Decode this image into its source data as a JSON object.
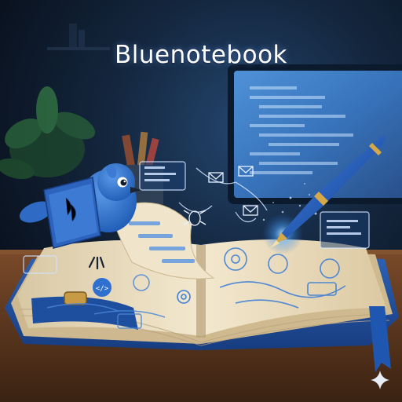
{
  "title": "Bluenotebook",
  "colors": {
    "accent": "#2f6fd0",
    "background": "#0d1626",
    "monitor_glow": "#3f8fe8",
    "page": "#efe3c6",
    "wood": "#6b4024"
  },
  "icons": [
    "bird-mascot",
    "fountain-pen-icon",
    "open-notebook",
    "sparkle-icon",
    "envelope-icon",
    "bug-icon",
    "gear-icon",
    "code-tag-icon",
    "plant"
  ]
}
